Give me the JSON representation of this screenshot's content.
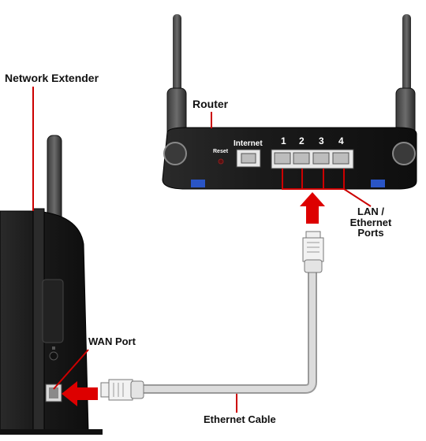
{
  "labels": {
    "network_extender": "Network Extender",
    "router": "Router",
    "lan_ports": "LAN / Ethernet Ports",
    "wan_port": "WAN Port",
    "ethernet_cable": "Ethernet Cable"
  },
  "router_panel": {
    "internet": "Internet",
    "reset": "Reset",
    "ports": [
      "1",
      "2",
      "3",
      "4"
    ]
  },
  "colors": {
    "callout_red": "#cc0000",
    "arrow_red": "#dd0000",
    "device_black": "#1b1b1b",
    "router_feet_blue": "#2a55c6",
    "cable_gray": "#d4d4d4"
  }
}
